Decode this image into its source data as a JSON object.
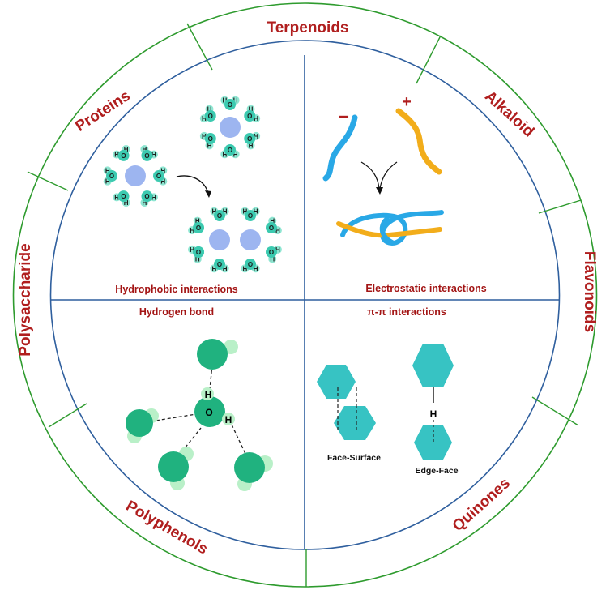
{
  "ring_labels": {
    "top": "Terpenoids",
    "top_right": "Alkaloid",
    "right": "Flavonoids",
    "bottom_right": "Quinones",
    "bottom_left": "Polyphenols",
    "left": "Polysaccharide",
    "top_left": "Proteins"
  },
  "quadrants": {
    "hydrophobic": "Hydrophobic interactions",
    "electrostatic": "Electrostatic interactions",
    "hydrogen_bond": "Hydrogen bond",
    "pi_pi": "π-π interactions"
  },
  "electrostatic_charges": {
    "negative": "−",
    "positive": "+"
  },
  "water_atoms": {
    "oxygen": "O",
    "hydrogen": "H"
  },
  "pi_captions": {
    "face_surface": "Face-Surface",
    "edge_face": "Edge-Face",
    "h_atom": "H"
  },
  "colors": {
    "ring_border": "#2e9b2e",
    "inner_border": "#2f5f9e",
    "label_red": "#b01e1e",
    "water_cyan": "#3ccab0",
    "solute_blue": "#9db5f0",
    "strand_blue": "#29a8e6",
    "strand_orange": "#f2ad1b",
    "hexagon_teal": "#37c3c3",
    "molecule_green": "#20b27f",
    "molecule_light": "#b9f0c8"
  }
}
